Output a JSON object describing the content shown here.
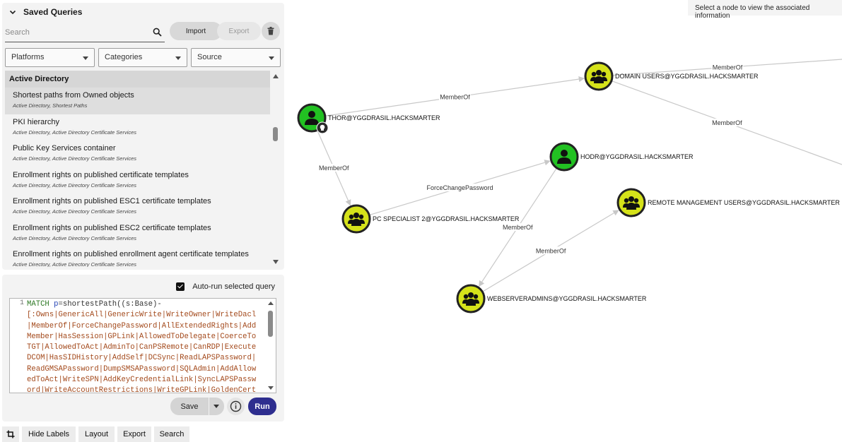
{
  "info_hint": "Select a node to view the associated information",
  "saved_queries": {
    "title": "Saved Queries",
    "search_placeholder": "Search",
    "import_label": "Import",
    "export_label": "Export",
    "filters": {
      "platforms": "Platforms",
      "categories": "Categories",
      "source": "Source"
    },
    "group": "Active Directory",
    "items": [
      {
        "name": "Shortest paths from Owned objects",
        "tags": "Active Directory, Shortest Paths",
        "selected": true
      },
      {
        "name": "PKI hierarchy",
        "tags": "Active Directory, Active Directory Certificate Services"
      },
      {
        "name": "Public Key Services container",
        "tags": "Active Directory, Active Directory Certificate Services"
      },
      {
        "name": "Enrollment rights on published certificate templates",
        "tags": "Active Directory, Active Directory Certificate Services"
      },
      {
        "name": "Enrollment rights on published ESC1 certificate templates",
        "tags": "Active Directory, Active Directory Certificate Services"
      },
      {
        "name": "Enrollment rights on published ESC2 certificate templates",
        "tags": "Active Directory, Active Directory Certificate Services"
      },
      {
        "name": "Enrollment rights on published enrollment agent certificate templates",
        "tags": "Active Directory, Active Directory Certificate Services"
      }
    ]
  },
  "editor": {
    "autorun_label": "Auto-run selected query",
    "autorun_checked": true,
    "line_number": "1",
    "code_lines": [
      {
        "kw": "MATCH",
        "var": " p",
        "rest": "=shortestPath((s:Base)-"
      },
      {
        "text": "[:Owns|GenericAll|GenericWrite|WriteOwner|WriteDacl"
      },
      {
        "text": "|MemberOf|ForceChangePassword|AllExtendedRights|Add"
      },
      {
        "text": "Member|HasSession|GPLink|AllowedToDelegate|CoerceTo"
      },
      {
        "text": "TGT|AllowedToAct|AdminTo|CanPSRemote|CanRDP|Execute"
      },
      {
        "text": "DCOM|HasSIDHistory|AddSelf|DCSync|ReadLAPSPassword|"
      },
      {
        "text": "ReadGMSAPassword|DumpSMSAPassword|SQLAdmin|AddAllow"
      },
      {
        "text": "edToAct|WriteSPN|AddKeyCredentialLink|SyncLAPSPassw"
      },
      {
        "text": "ord|WriteAccountRestrictions|WriteGPLink|GoldenCert"
      }
    ],
    "save_label": "Save",
    "run_label": "Run"
  },
  "toolbar": {
    "hide_labels": "Hide Labels",
    "layout": "Layout",
    "export": "Export",
    "search": "Search"
  },
  "graph": {
    "colors": {
      "user_green": "#22c122",
      "group_yellow": "#d5e21a",
      "outline": "#222222",
      "edge": "#c8c8c8"
    },
    "nodes": [
      {
        "id": "thor",
        "label": "THOR@YGGDRASIL.HACKSMARTER",
        "kind": "user",
        "owned": true
      },
      {
        "id": "domain_users",
        "label": "DOMAIN USERS@YGGDRASIL.HACKSMARTER",
        "kind": "group"
      },
      {
        "id": "pc_specialist",
        "label": "PC SPECIALIST 2@YGGDRASIL.HACKSMARTER",
        "kind": "group"
      },
      {
        "id": "hodr",
        "label": "HODR@YGGDRASIL.HACKSMARTER",
        "kind": "user"
      },
      {
        "id": "remote_mgmt",
        "label": "REMOTE MANAGEMENT USERS@YGGDRASIL.HACKSMARTER",
        "kind": "group"
      },
      {
        "id": "webserveradmins",
        "label": "WEBSERVERADMINS@YGGDRASIL.HACKSMARTER",
        "kind": "group"
      }
    ],
    "edges": [
      {
        "from": "thor",
        "to": "domain_users",
        "label": "MemberOf"
      },
      {
        "from": "thor",
        "to": "pc_specialist",
        "label": "MemberOf"
      },
      {
        "from": "pc_specialist",
        "to": "hodr",
        "label": "ForceChangePassword"
      },
      {
        "from": "hodr",
        "to": "webserveradmins",
        "label": "MemberOf"
      },
      {
        "from": "webserveradmins",
        "to": "remote_mgmt",
        "label": "MemberOf"
      },
      {
        "from": "domain_users",
        "to": "offscreen_a",
        "label": "MemberOf"
      },
      {
        "from": "domain_users",
        "to": "offscreen_b",
        "label": "MemberOf"
      }
    ]
  }
}
